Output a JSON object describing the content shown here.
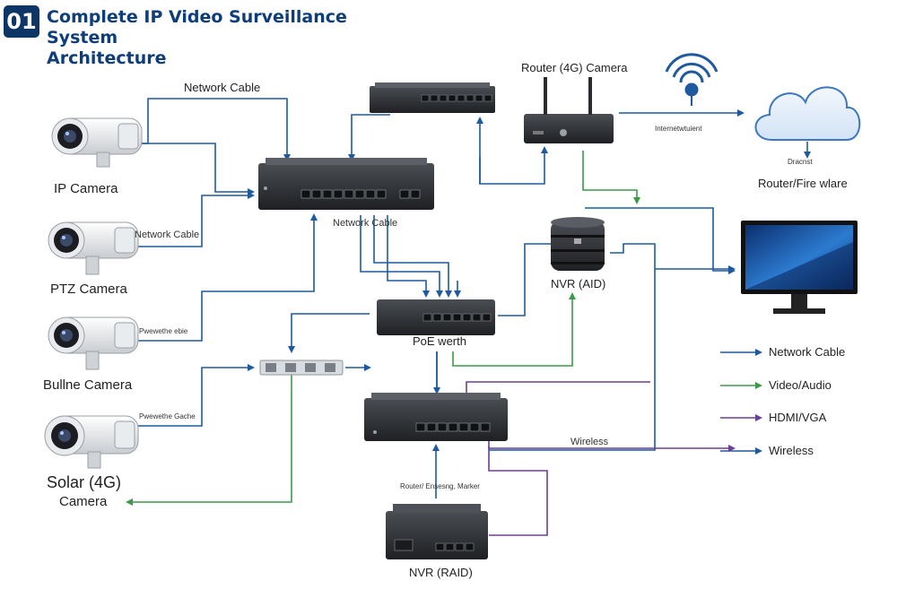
{
  "header": {
    "badge": "01",
    "title_line1": "Complete IP Video Surveillance System",
    "title_line2": "Architecture"
  },
  "labels": {
    "ip_camera": "IP Camera",
    "ptz_camera": "PTZ Camera",
    "bullet_camera": "Bullne Camera",
    "solar_camera_line1": "Solar (4G)",
    "solar_camera_line2": "Camera",
    "network_cable_top": "Network Cable",
    "network_cable_left": "Network Cable",
    "network_cable_small1": "Pwewethe ebie",
    "network_cable_small2": "Pwewethe Gache",
    "network_cable_center": "Network Cable",
    "router": "Router (4G) Camera",
    "internet": "Internetwtuient",
    "cloud_small": "Dracnst",
    "router_firewall": "Router/Fire wlare",
    "nvr_aid": "NVR (AID)",
    "poe_switch": "PoE werth",
    "wireless": "Wireless",
    "router_bottom": "Router/ Ensesng, Marker",
    "nvr_raid": "NVR (RAID)"
  },
  "legend": [
    {
      "label": "Network Cable",
      "color": "#1f5a9e"
    },
    {
      "label": "Video/Audio",
      "color": "#3a9a4a"
    },
    {
      "label": "HDMI/VGA",
      "color": "#6a3f94"
    },
    {
      "label": "Wireless",
      "color": "#1f5a9e"
    }
  ],
  "colors": {
    "network": "#1f5a9e",
    "video": "#3a9a4a",
    "hdmi": "#6a3f94",
    "title": "#0d3d7a"
  }
}
